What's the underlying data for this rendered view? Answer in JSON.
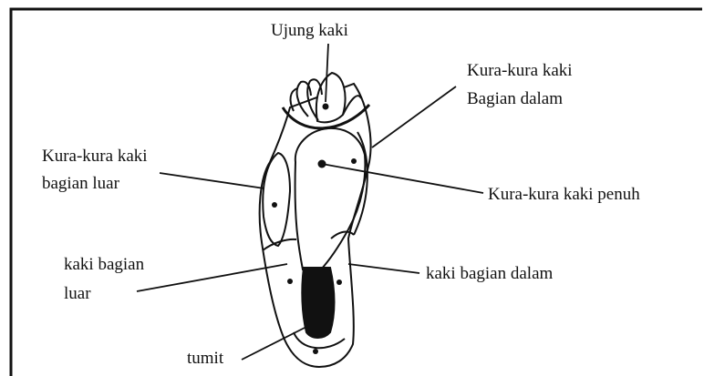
{
  "labels": {
    "toes": "Ujung kaki",
    "inner_arch_line1": "Kura-kura kaki",
    "inner_arch_line2": "Bagian dalam",
    "outer_arch_line1": "Kura-kura kaki",
    "outer_arch_line2": "bagian luar",
    "full_arch": "Kura-kura kaki penuh",
    "outer_foot_line1": "kaki bagian",
    "outer_foot_line2": "luar",
    "inner_foot": "kaki bagian dalam",
    "heel": "tumit"
  }
}
